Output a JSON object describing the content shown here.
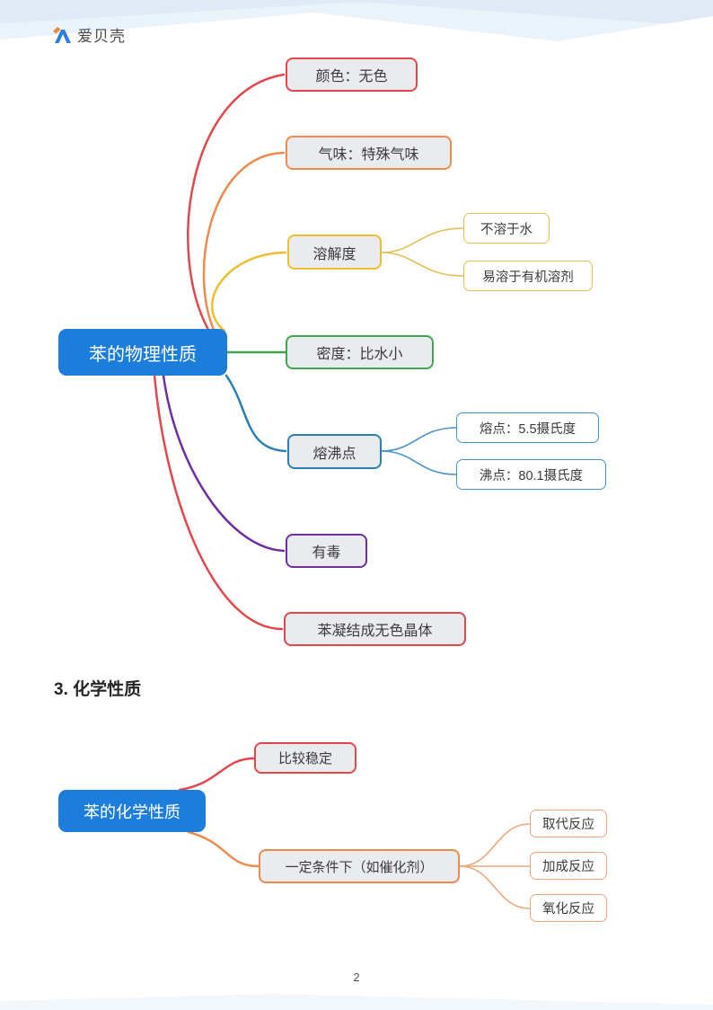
{
  "header": {
    "logo_text": "爱贝壳"
  },
  "section": {
    "heading": "3. 化学性质"
  },
  "footer": {
    "page_number": "2"
  },
  "physical_map": {
    "root": "苯的物理性质",
    "branches": [
      {
        "label": "颜色：无色",
        "color": "#e2474b"
      },
      {
        "label": "气味：特殊气味",
        "color": "#ee8a4d"
      },
      {
        "label": "溶解度",
        "color": "#eebd32",
        "children": [
          "不溶于水",
          "易溶于有机溶剂"
        ]
      },
      {
        "label": "密度：比水小",
        "color": "#44a44e"
      },
      {
        "label": "熔沸点",
        "color": "#2b7fb8",
        "children": [
          "熔点：5.5摄氏度",
          "沸点：80.1摄氏度"
        ]
      },
      {
        "label": "有毒",
        "color": "#6e2e9e"
      },
      {
        "label": "苯凝结成无色晶体",
        "color": "#e2474b"
      }
    ]
  },
  "chemical_map": {
    "root": "苯的化学性质",
    "branches": [
      {
        "label": "比较稳定",
        "color": "#e2474b"
      },
      {
        "label": "一定条件下（如催化剂）",
        "color": "#ee8a4d",
        "children": [
          "取代反应",
          "加成反应",
          "氧化反应"
        ]
      }
    ]
  },
  "colors": {
    "root_fill": "#1d7dda",
    "node_fill": "#e9ebee",
    "red": "#e2474b",
    "orange": "#ee8a4d",
    "yellow": "#eebd32",
    "green": "#44a44e",
    "blue": "#2b7fb8",
    "purple": "#6e2e9e",
    "wave_light_blue": "#dfeaf6"
  }
}
